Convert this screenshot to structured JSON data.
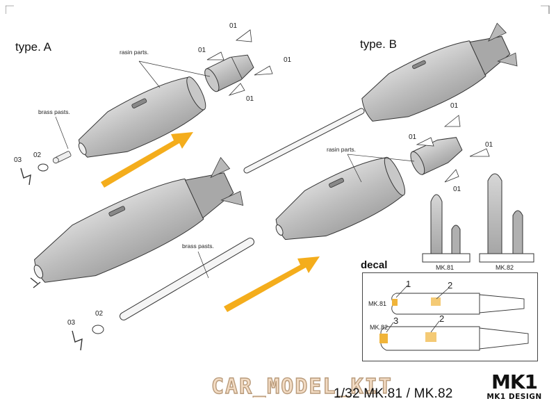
{
  "labels": {
    "type_a": "type. A",
    "type_b": "type. B",
    "rasin_parts_a": "rasin parts.",
    "rasin_parts_b": "rasin parts.",
    "brass_pasts_a": "brass pasts.",
    "brass_pasts_b": "brass pasts."
  },
  "part_numbers": {
    "p01": "01",
    "p02": "02",
    "p03": "03"
  },
  "stands": {
    "mk81": "MK.81",
    "mk82": "MK.82"
  },
  "decal": {
    "title": "decal",
    "row1_label": "MK.81",
    "row2_label": "MK.82",
    "n1": "1",
    "n2": "2",
    "n3": "3"
  },
  "footer": {
    "scale_title": "1/32 MK.81 / MK.82",
    "logo_mark": "MK1",
    "logo_text": "MK1 DESIGN",
    "watermark": "CAR_MODEL_KIT"
  },
  "colors": {
    "body": "#c4c4c4",
    "shade": "#9e9e9e",
    "arrow": "#f4ad1c",
    "decal_yellow": "#f0b43a"
  }
}
